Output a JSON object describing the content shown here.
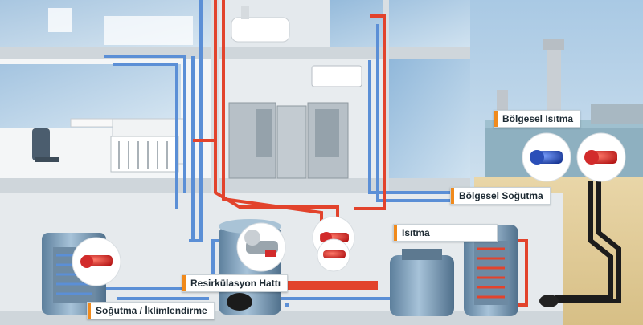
{
  "labels": {
    "district_heating": "Bölgesel Isıtma",
    "district_cooling": "Bölgesel Soğutma",
    "heating": "Isıtma",
    "recirculation_line": "Resirkülasyon Hattı",
    "cooling_ac": "Soğutma / İklimlendirme"
  },
  "colors": {
    "hot_pipe": "#e2432c",
    "cold_pipe": "#5b8fd6",
    "accent": "#f08a1c",
    "tank": "#7d9db8",
    "pump_red": "#d22b2b",
    "pump_blue": "#2b4fb8"
  }
}
